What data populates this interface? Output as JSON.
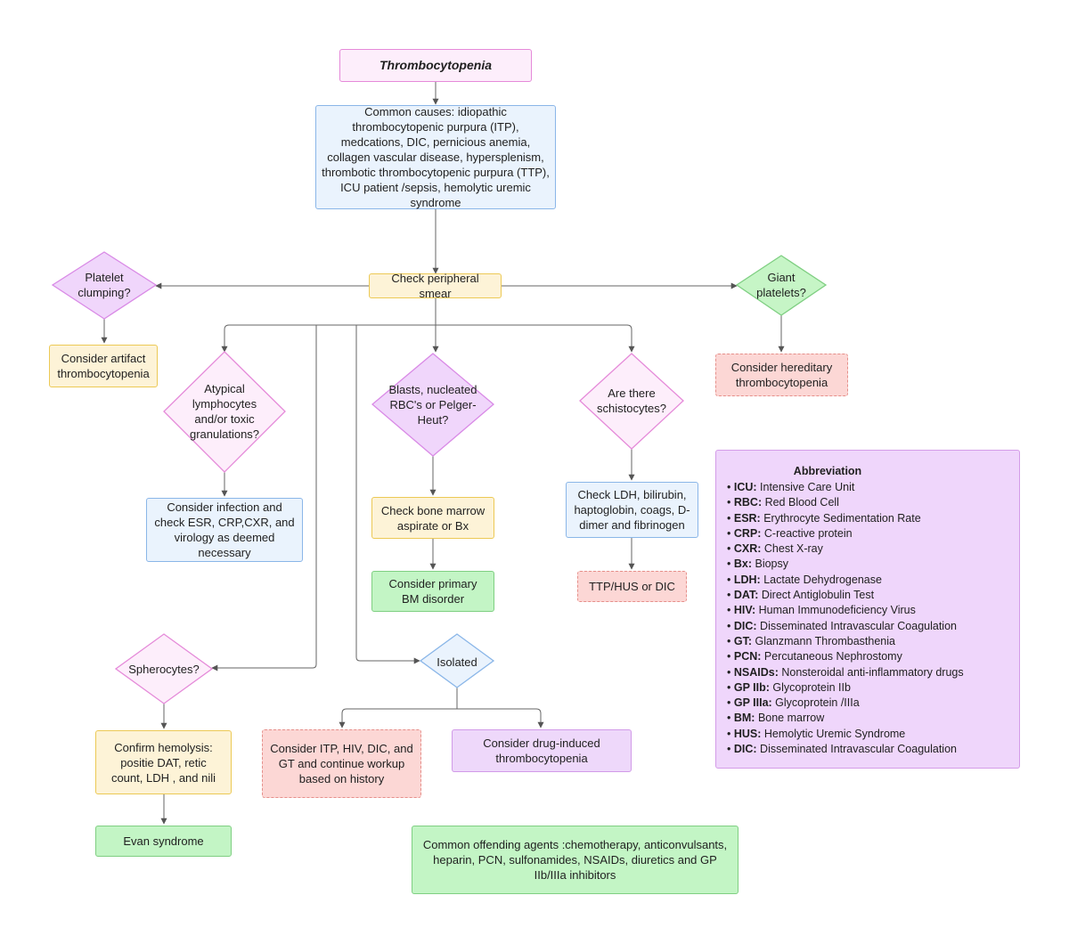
{
  "colors": {
    "pink_fill": "#fdeefb",
    "pink_border": "#e58ad9",
    "blue_fill": "#eaf3fd",
    "blue_border": "#8ab6e8",
    "yellow_fill": "#fdf3d7",
    "yellow_border": "#ecc955",
    "green_fill": "#c3f5c5",
    "green_border": "#7fcf82",
    "red_fill": "#fcd7d5",
    "red_border": "#e58f8a",
    "purple_fill": "#eed8fa",
    "purple_border": "#d19ae8",
    "arrow": "#555555"
  },
  "nodes": {
    "title": "Thrombocytopenia",
    "common_causes": "Common causes: idiopathic thrombocytopenic purpura (ITP), medcations, DIC,  pernicious anemia, collagen  vascular disease, hypersplenism, thrombotic thrombocytopenic purpura (TTP), ICU patient /sepsis, hemolytic uremic syndrome",
    "check_smear": "Check peripheral smear",
    "platelet_clumping": "Platelet clumping?",
    "artifact": "Consider artifact thrombocytopenia",
    "giant_platelets": "Giant platelets?",
    "hereditary": "Consider hereditary thrombocytopenia",
    "atypical_lymph": "Atypical lymphocytes and/or toxic granulations?",
    "infection": "Consider infection and check ESR, CRP,CXR, and virology as deemed necessary",
    "blasts": "Blasts, nucleated RBC's or Pelger-Heut?",
    "bone_marrow": "Check bone marrow aspirate or Bx",
    "primary_bm": "Consider primary BM disorder",
    "schistocytes": "Are there schistocytes?",
    "check_ldh": "Check LDH, bilirubin, haptoglobin, coags, D-dimer and fibrinogen",
    "ttp_hus": "TTP/HUS or DIC",
    "spherocytes": "Spherocytes?",
    "confirm_hemolysis": "Confirm hemolysis: positie DAT, retic count, LDH , and nili",
    "evan": "Evan syndrome",
    "isolated": "Isolated",
    "consider_itp": "Consider ITP, HIV, DIC, and GT and continue workup based on history",
    "drug_induced": "Consider drug-induced thrombocytopenia",
    "offending_agents": "Common offending agents :chemotherapy, anticonvulsants, heparin, PCN, sulfonamides, NSAIDs,  diuretics and GP IIb/IIIa inhibitors"
  },
  "abbreviation": {
    "title": "Abbreviation",
    "items": [
      {
        "abbr": "ICU:",
        "meaning": " Intensive Care Unit"
      },
      {
        "abbr": "RBC:",
        "meaning": " Red Blood Cell"
      },
      {
        "abbr": "ESR:",
        "meaning": " Erythrocyte Sedimentation Rate"
      },
      {
        "abbr": "CRP:",
        "meaning": " C-reactive protein"
      },
      {
        "abbr": "CXR:",
        "meaning": " Chest X-ray"
      },
      {
        "abbr": "Bx:",
        "meaning": " Biopsy"
      },
      {
        "abbr": "LDH:",
        "meaning": " Lactate Dehydrogenase"
      },
      {
        "abbr": "DAT:",
        "meaning": " Direct Antiglobulin Test"
      },
      {
        "abbr": "HIV:",
        "meaning": " Human Immunodeficiency Virus"
      },
      {
        "abbr": "DIC:",
        "meaning": " Disseminated Intravascular Coagulation"
      },
      {
        "abbr": "GT:",
        "meaning": " Glanzmann Thrombasthenia"
      },
      {
        "abbr": "PCN:",
        "meaning": " Percutaneous Nephrostomy"
      },
      {
        "abbr": "NSAIDs:",
        "meaning": " Nonsteroidal anti-inflammatory drugs"
      },
      {
        "abbr": "GP IIb:",
        "meaning": " Glycoprotein IIb"
      },
      {
        "abbr": "GP IIIa:",
        "meaning": " Glycoprotein /IIIa"
      },
      {
        "abbr": "BM:",
        "meaning": " Bone marrow"
      },
      {
        "abbr": "HUS:",
        "meaning": " Hemolytic Uremic Syndrome"
      },
      {
        "abbr": "DIC:",
        "meaning": " Disseminated Intravascular Coagulation"
      }
    ]
  }
}
